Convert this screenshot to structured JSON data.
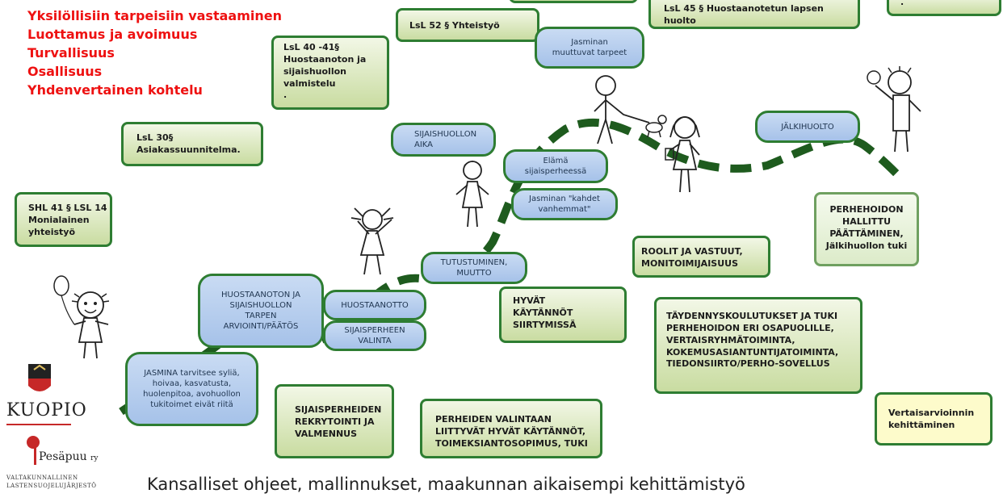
{
  "values_list": [
    "Yksilöllisiin tarpeisiin vastaaminen",
    "Luottamus ja avoimuus",
    "Turvallisuus",
    "Osallisuus",
    "Yhdenvertainen kohtelu"
  ],
  "top": {
    "lsl45": "LsL 45 §  Huostaanotetun lapsen huolto",
    "lsl52": "LsL 52 § Yhteistyö",
    "partial_right": ".",
    "lsl4041": "LsL 40 -41§",
    "lsl4041_body": "Huostaanoton ja sijaishuollon valmistelu",
    "lsl4041_dot": ".",
    "lsl30": "LsL 30§",
    "lsl30_body": "Asiakassuunnitelma.",
    "shl41": "SHL 41 § LSL 14",
    "shl41_body": "Monialainen yhteistyö"
  },
  "pills": {
    "jasmina_needs_1": "Jasminan",
    "jasmina_needs_2": "muuttuvat tarpeet",
    "sijaishuollon_1": "SIJAISHUOLLON",
    "sijaishuollon_2": "AIKA",
    "elama_1": "Elämä",
    "elama_2": "sijaisperheessä",
    "kahdet_1": "Jasminan \"kahdet",
    "kahdet_2": "vanhemmat\"",
    "jalkihuolto": "JÄLKIHUOLTO",
    "tutustuminen_1": "TUTUSTUMINEN,",
    "tutustuminen_2": "MUUTTO",
    "huostaanotto": "HUOSTAANOTTO",
    "valinta_1": "SIJAISPERHEEN",
    "valinta_2": "VALINTA",
    "arviointi_1": "HUOSTAANOTON JA",
    "arviointi_2": "SIJAISHUOLLON",
    "arviointi_3": "TARPEN",
    "arviointi_4": "ARVIOINTI/PÄÄTÖS",
    "jasmina_1": "JASMINA tarvitsee syliä,",
    "jasmina_2": "hoivaa, kasvatusta,",
    "jasmina_3": "huolenpitoa, avohuollon",
    "jasmina_4": "tukitoimet eivät riitä"
  },
  "boxes": {
    "roolit_1": "ROOLIT JA VASTUUT,",
    "roolit_2": "MONITOIMIJAISUUS",
    "hyvat_1": "HYVÄT",
    "hyvat_2": "KÄYTÄNNÖT",
    "hyvat_3": "SIIRTYMISSÄ",
    "hallittu_1": "PERHEHOIDON",
    "hallittu_2": "HALLITTU",
    "hallittu_3": "PÄÄTTÄMINEN,",
    "hallittu_4": "Jälkihuollon tuki",
    "taydennys_1": "TÄYDENNYSKOULUTUKSET JA TUKI",
    "taydennys_2": "PERHEHOIDON ERI OSAPUOLILLE,",
    "taydennys_3": "VERTAISRYHMÄTOIMINTA,",
    "taydennys_4": "KOKEMUSASIANTUNTIJATOIMINTA,",
    "taydennys_5": "TIEDONSIIRTO/PERHO-SOVELLUS",
    "rekrytointi_1": "SIJAISPERHEIDEN",
    "rekrytointi_2": "REKRYTOINTI JA",
    "rekrytointi_3": "VALMENNUS",
    "valintaan_1": "PERHEIDEN VALINTAAN",
    "valintaan_2": "LIITTYVÄT HYVÄT KÄYTÄNNÖT,",
    "valintaan_3": "TOIMEKSIANTOSOPIMUS, TUKI",
    "vertais_1": "Vertaisarvioinnin",
    "vertais_2": "kehittäminen"
  },
  "logos": {
    "kuopio": "KUOPIO",
    "pesapuu": "Pesäpuu",
    "pesapuu_ry": "ry",
    "pesapuu_sub1": "VALTAKUNNALLINEN",
    "pesapuu_sub2": "LASTENSUOJELUJÄRJESTÖ"
  },
  "footer": "Kansalliset ohjeet, mallinnukset, maakunnan aikaisempi kehittämistyö",
  "colors": {
    "path": "#1e5b1e",
    "box_border": "#2e7d32",
    "pill_fill": "#a9c4ea",
    "value_text": "#ee1111"
  }
}
